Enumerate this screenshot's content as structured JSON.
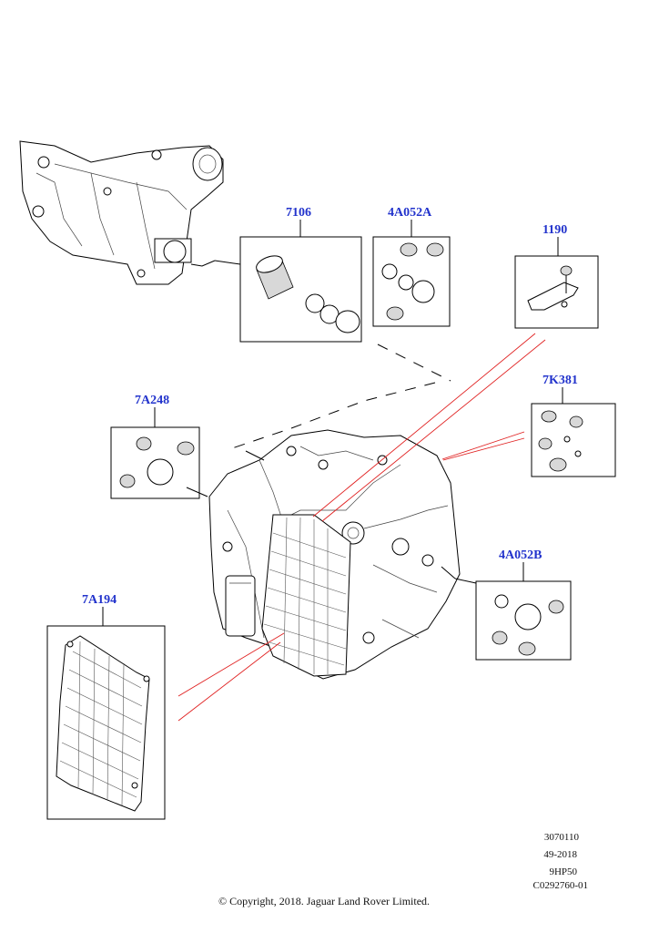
{
  "callouts": {
    "c7106": "7106",
    "c4A052A": "4A052A",
    "c1190": "1190",
    "c7K381": "7K381",
    "c7A248": "7A248",
    "c4A052B": "4A052B",
    "c7A194": "7A194"
  },
  "footer": {
    "line1": "3070110",
    "line2": "49-2018",
    "line3": "9HP50",
    "line4": "C0292760-01"
  },
  "copyright": "© Copyright, 2018. Jaguar Land Rover Limited.",
  "colors": {
    "callout": "#2233cc",
    "leader_red": "#e02020"
  }
}
